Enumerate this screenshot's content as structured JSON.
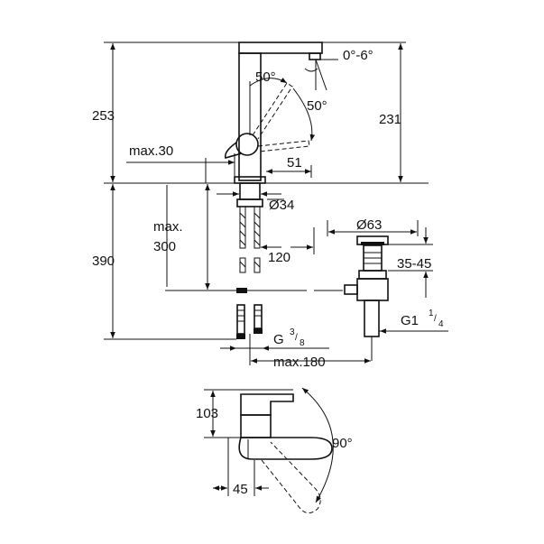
{
  "labels": {
    "height_total": "253",
    "height_spout": "231",
    "tilt_range": "0°-6°",
    "lever_angle_up": "50°",
    "lever_angle_down": "50°",
    "max_30": "max.30",
    "width_51": "51",
    "diameter_34": "Ø34",
    "max_label": "max.",
    "max_300": "300",
    "diameter_63": "Ø63",
    "height_390": "390",
    "dist_120": "120",
    "range_35_45": "35-45",
    "thread_g1": "G1",
    "thread_g1_fraction_num": "1",
    "thread_g1_fraction_den": "4",
    "thread_g": "G",
    "thread_g_fraction_num": "3",
    "thread_g_fraction_den": "8",
    "max_180": "max.180",
    "height_103": "103",
    "width_45": "45",
    "swivel_90": "90°"
  }
}
